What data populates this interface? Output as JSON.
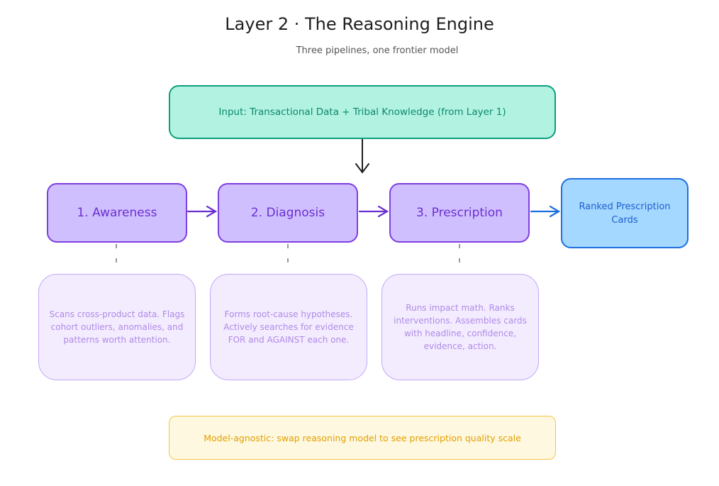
{
  "title": "Layer 2  ·  The Reasoning Engine",
  "subtitle": "Three pipelines, one frontier model",
  "input_box": "Input: Transactional Data + Tribal Knowledge  (from Layer 1)",
  "stages": [
    {
      "label": "1. Awareness",
      "description": "Scans cross-product data. Flags cohort outliers, anomalies, and patterns worth attention."
    },
    {
      "label": "2. Diagnosis",
      "description": "Forms root-cause hypotheses. Actively searches for evidence FOR and AGAINST each one."
    },
    {
      "label": "3. Prescription",
      "description": "Runs impact math. Ranks interventions. Assembles cards with headline, confidence, evidence, action."
    }
  ],
  "output_box": "Ranked Prescription Cards",
  "footer_note": "Model-agnostic: swap reasoning model to see prescription quality scale",
  "colors": {
    "input_fill": "#b2f2e0",
    "input_stroke": "#0e9e7e",
    "stage_fill": "#d0bfff",
    "stage_stroke": "#7e3fe0",
    "output_fill": "#a5d8ff",
    "output_stroke": "#1d6fe0",
    "note_fill": "#fff8e0",
    "note_stroke": "#f5c542"
  }
}
